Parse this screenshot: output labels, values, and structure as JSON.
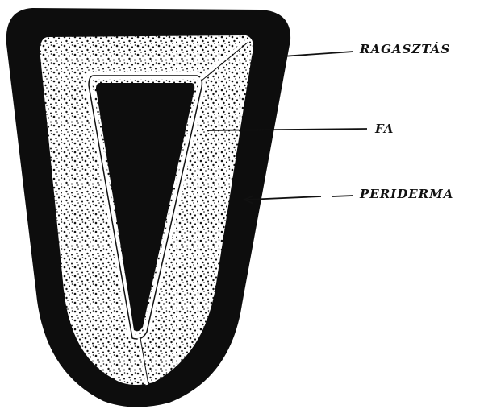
{
  "labels": {
    "ragasztas": "RAGASZTÁS",
    "fa": "FA",
    "periderma": "PERIDERMA"
  },
  "colors": {
    "ink": "#111111",
    "paper": "#ffffff"
  }
}
